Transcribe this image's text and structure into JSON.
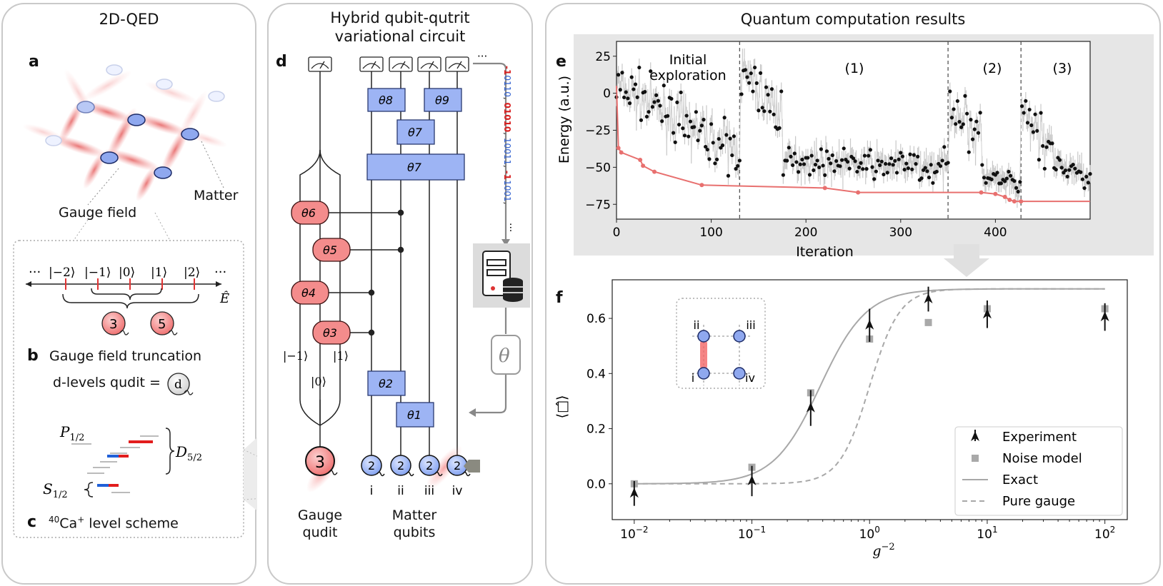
{
  "panels": {
    "left_title": "2D-QED",
    "middle_title_1": "Hybrid qubit-qutrit",
    "middle_title_2": "variational circuit",
    "right_title": "Quantum computation results"
  },
  "panel_a": {
    "letter": "a",
    "gauge_field": "Gauge field",
    "matter": "Matter"
  },
  "panel_b": {
    "letter": "b",
    "ellipsis_left": "···",
    "ellipsis_right": "···",
    "kets": [
      "|−2⟩",
      "|−1⟩",
      "|0⟩",
      "|1⟩",
      "|2⟩"
    ],
    "axis_label": "Ê",
    "qudit3": "3",
    "qudit5": "5",
    "truncation": "Gauge field truncation",
    "dlevels": "d-levels qudit =",
    "qudit_d": "d"
  },
  "panel_c": {
    "letter": "c",
    "p12": "P",
    "p12_sub": "1/2",
    "d52": "D",
    "d52_sub": "5/2",
    "s12": "S",
    "s12_sub": "1/2",
    "caption_sup_mass": "40",
    "caption_el": "Ca",
    "caption_sup_charge": "+",
    "caption_rest": " level scheme"
  },
  "panel_d": {
    "letter": "d",
    "gates": [
      "θ8",
      "θ9",
      "θ7",
      "θ7",
      "θ6",
      "θ5",
      "θ4",
      "θ3",
      "θ2",
      "θ1"
    ],
    "theta": "θ",
    "ket_m1": "|−1⟩",
    "ket_1": "|1⟩",
    "ket_0": "|0⟩",
    "qutrit": "3",
    "qubit": "2",
    "qubit_labels": [
      "i",
      "ii",
      "iii",
      "iv"
    ],
    "gauge_label_1": "Gauge",
    "gauge_label_2": "qudit",
    "matter_label_1": "Matter",
    "matter_label_2": "qubits",
    "ellipsis_top": "···",
    "ellipsis_right": "···",
    "bitstrings": [
      {
        "sign": "-1",
        "bits": "0110"
      },
      {
        "sign": "",
        "bits": "01010"
      },
      {
        "sign": "",
        "bits": "10011"
      },
      {
        "sign": "-1",
        "bits": "1001"
      }
    ]
  },
  "panel_e": {
    "letter": "e",
    "chart_data": {
      "type": "scatter",
      "xlabel": "Iteration",
      "ylabel": "Energy (a.u.)",
      "xlim": [
        0,
        500
      ],
      "ylim": [
        -85,
        35
      ],
      "xticks": [
        0,
        100,
        200,
        300,
        400
      ],
      "yticks": [
        25,
        0,
        -25,
        -50,
        -75
      ],
      "phase_lines": [
        130,
        350,
        427
      ],
      "annotations": [
        "Initial",
        "exploration",
        "(1)",
        "(2)",
        "(3)"
      ],
      "series": [
        {
          "name": "",
          "color": "#000000",
          "segments": [
            {
              "from": 0,
              "to": 130,
              "start": 5,
              "end": -40,
              "noise": 11
            },
            {
              "from": 131,
              "to": 175,
              "start": 15,
              "end": -15,
              "noise": 12
            },
            {
              "from": 176,
              "to": 350,
              "start": -45,
              "end": -50,
              "noise": 7
            },
            {
              "from": 351,
              "to": 385,
              "start": -5,
              "end": -30,
              "noise": 14
            },
            {
              "from": 386,
              "to": 426,
              "start": -55,
              "end": -65,
              "noise": 6
            },
            {
              "from": 427,
              "to": 460,
              "start": -15,
              "end": -35,
              "noise": 12
            },
            {
              "from": 461,
              "to": 500,
              "start": -48,
              "end": -55,
              "noise": 6
            }
          ]
        },
        {
          "name": "",
          "color": "#e8706f",
          "x": [
            0,
            2,
            5,
            25,
            28,
            40,
            90,
            220,
            255,
            385,
            400,
            410,
            415,
            420,
            427,
            500
          ],
          "y": [
            5,
            -37,
            -40,
            -45,
            -49,
            -53,
            -62,
            -64,
            -67,
            -67,
            -68,
            -70,
            -72,
            -73,
            -73,
            -73
          ]
        }
      ]
    }
  },
  "panel_f": {
    "letter": "f",
    "inset_labels": [
      "ii",
      "iii",
      "i",
      "iv"
    ],
    "chart_data": {
      "type": "scatter",
      "xlabel": "g−2",
      "ylabel": "⟨□̂⟩",
      "xscale": "log",
      "xlim": [
        0.0065,
        155
      ],
      "ylim": [
        -0.13,
        0.74
      ],
      "xticks": [
        "10−2",
        "10−1",
        "100",
        "101",
        "102"
      ],
      "yticks": [
        0.0,
        0.2,
        0.4,
        0.6
      ],
      "legend": "bottom-right",
      "series": [
        {
          "name": "Experiment",
          "x": [
            0.01,
            0.1,
            0.316,
            1,
            3.16,
            10,
            100
          ],
          "y": [
            -0.035,
            0.01,
            0.275,
            0.575,
            0.67,
            0.615,
            0.605
          ],
          "err": [
            0.045,
            0.055,
            0.065,
            0.06,
            0.045,
            0.05,
            0.05
          ]
        },
        {
          "name": "Noise model",
          "x": [
            0.01,
            0.1,
            0.316,
            1,
            3.16,
            10,
            100
          ],
          "y": [
            0.0,
            0.06,
            0.33,
            0.525,
            0.585,
            0.635,
            0.635
          ]
        },
        {
          "name": "Exact",
          "style": "solid",
          "midpoint": 0.38,
          "amplitude": 0.707
        },
        {
          "name": "Pure gauge",
          "style": "dashed",
          "midpoint": 1.0,
          "amplitude": 0.707
        }
      ]
    }
  }
}
